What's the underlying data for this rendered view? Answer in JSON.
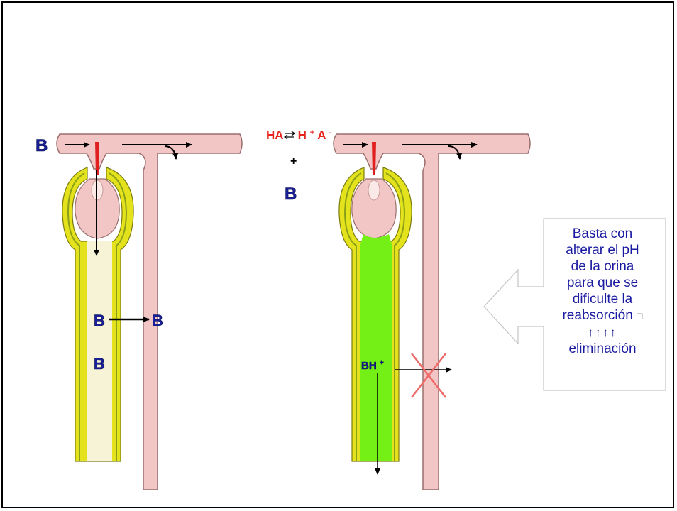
{
  "left_diagram": {
    "label_b_top": "B",
    "label_b_mid_left": "B",
    "label_b_mid_right": "B",
    "label_b_lower": "B"
  },
  "center": {
    "equation_ha": "HA",
    "equation_h": "H",
    "equation_plus_sup": "+",
    "equation_a": "A",
    "equation_minus_sup": "-",
    "plus_sign": "+",
    "label_b": "B"
  },
  "right_diagram": {
    "label_bh": "BH",
    "label_bh_sup": "+"
  },
  "note": {
    "line1": "Basta con",
    "line2": "alterar el pH",
    "line3": "de la orina",
    "line4": "para que se",
    "line5": "dificulte la",
    "line6": "reabsorción",
    "line6_glyph": "□",
    "line7_arrows": "↑↑↑↑",
    "line8": "eliminación"
  },
  "colors": {
    "vessel_fill": "#f2c6c4",
    "vessel_stroke": "#9a6e6c",
    "capsule_yellow": "#e3e21c",
    "lumen_pale": "#f6f3d6",
    "lumen_green": "#74f016",
    "label_blue": "#1a1f9a",
    "equation_red": "#e8241f",
    "cross_red": "#f06a6a",
    "note_text": "#1a1aa0"
  }
}
